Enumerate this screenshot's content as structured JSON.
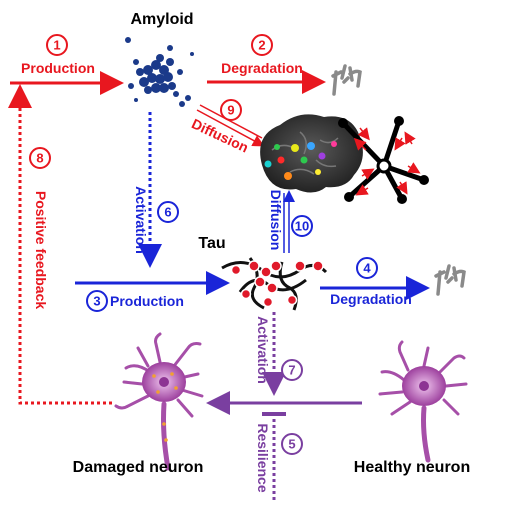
{
  "colors": {
    "amyloid": "#e8171f",
    "tau": "#1a25d8",
    "neuron": "#7a3fa0",
    "feedback": "#e8171f"
  },
  "labels": {
    "amyloid": "Amyloid",
    "tau": "Tau",
    "damaged_neuron": "Damaged neuron",
    "healthy_neuron": "Healthy neuron"
  },
  "steps": [
    {
      "num": "1",
      "text": "Production"
    },
    {
      "num": "2",
      "text": "Degradation"
    },
    {
      "num": "3",
      "text": "Production"
    },
    {
      "num": "4",
      "text": "Degradation"
    },
    {
      "num": "5",
      "text": "Resilience"
    },
    {
      "num": "6",
      "text": "Activation"
    },
    {
      "num": "7",
      "text": "Activation"
    },
    {
      "num": "8",
      "text": "Positive feedback"
    },
    {
      "num": "9",
      "text": "Diffusion"
    },
    {
      "num": "10",
      "text": "Diffusion"
    }
  ]
}
